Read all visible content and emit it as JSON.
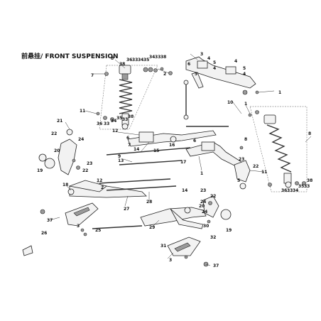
{
  "title": "前悬挂/ FRONT SUSPENSION",
  "callouts": [
    "8",
    "38",
    "36",
    "33",
    "34",
    "35",
    "34",
    "33",
    "38",
    "3",
    "4",
    "5",
    "4",
    "3",
    "4",
    "5",
    "4",
    "6",
    "2",
    "7",
    "1",
    "10",
    "11",
    "36",
    "33",
    "34",
    "35",
    "33",
    "38",
    "8",
    "21",
    "22",
    "24",
    "20",
    "19",
    "23",
    "22",
    "12",
    "6",
    "7",
    "13",
    "14",
    "15",
    "16",
    "6",
    "17",
    "1",
    "9",
    "12",
    "18",
    "2",
    "23",
    "22",
    "11",
    "36",
    "33",
    "34",
    "35",
    "33",
    "38",
    "1",
    "8",
    "27",
    "28",
    "14",
    "23",
    "22",
    "20",
    "24",
    "19",
    "37",
    "26",
    "3",
    "25",
    "29",
    "30",
    "32",
    "31",
    "3",
    "37",
    "5",
    "24"
  ]
}
